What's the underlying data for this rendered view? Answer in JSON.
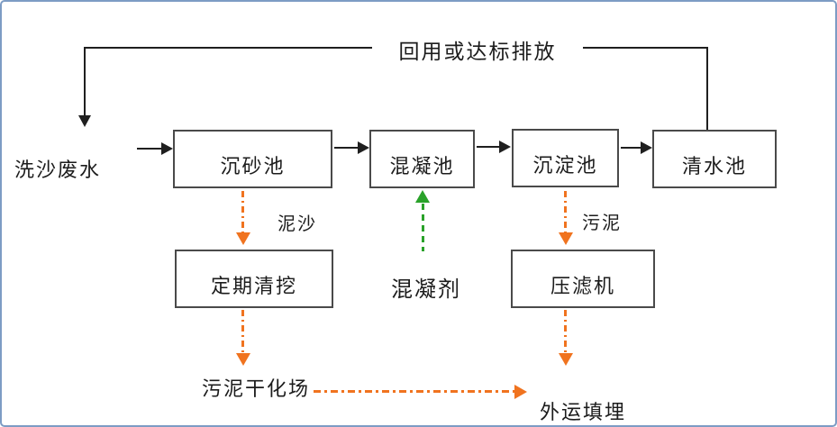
{
  "colors": {
    "orange": "#F0731F",
    "green": "#2AA22A",
    "line": "#1F1F1F",
    "box_border": "#4A4A4A",
    "frame": "#7D9CC4"
  },
  "flow": {
    "recycle_label": "回用或达标排放",
    "influent_label": "洗沙废水",
    "process_boxes": [
      {
        "label": "沉砂池"
      },
      {
        "label": "混凝池"
      },
      {
        "label": "沉淀池"
      },
      {
        "label": "清水池"
      }
    ],
    "byproduct_labels": [
      {
        "label": "泥沙"
      },
      {
        "label": "污泥"
      }
    ],
    "treatment_boxes": [
      {
        "label": "定期清挖"
      },
      {
        "label": "压滤机"
      }
    ],
    "coagulant_label": "混凝剂",
    "sludge_drying_label": "污泥干化场",
    "landfill_label": "外运填埋"
  }
}
